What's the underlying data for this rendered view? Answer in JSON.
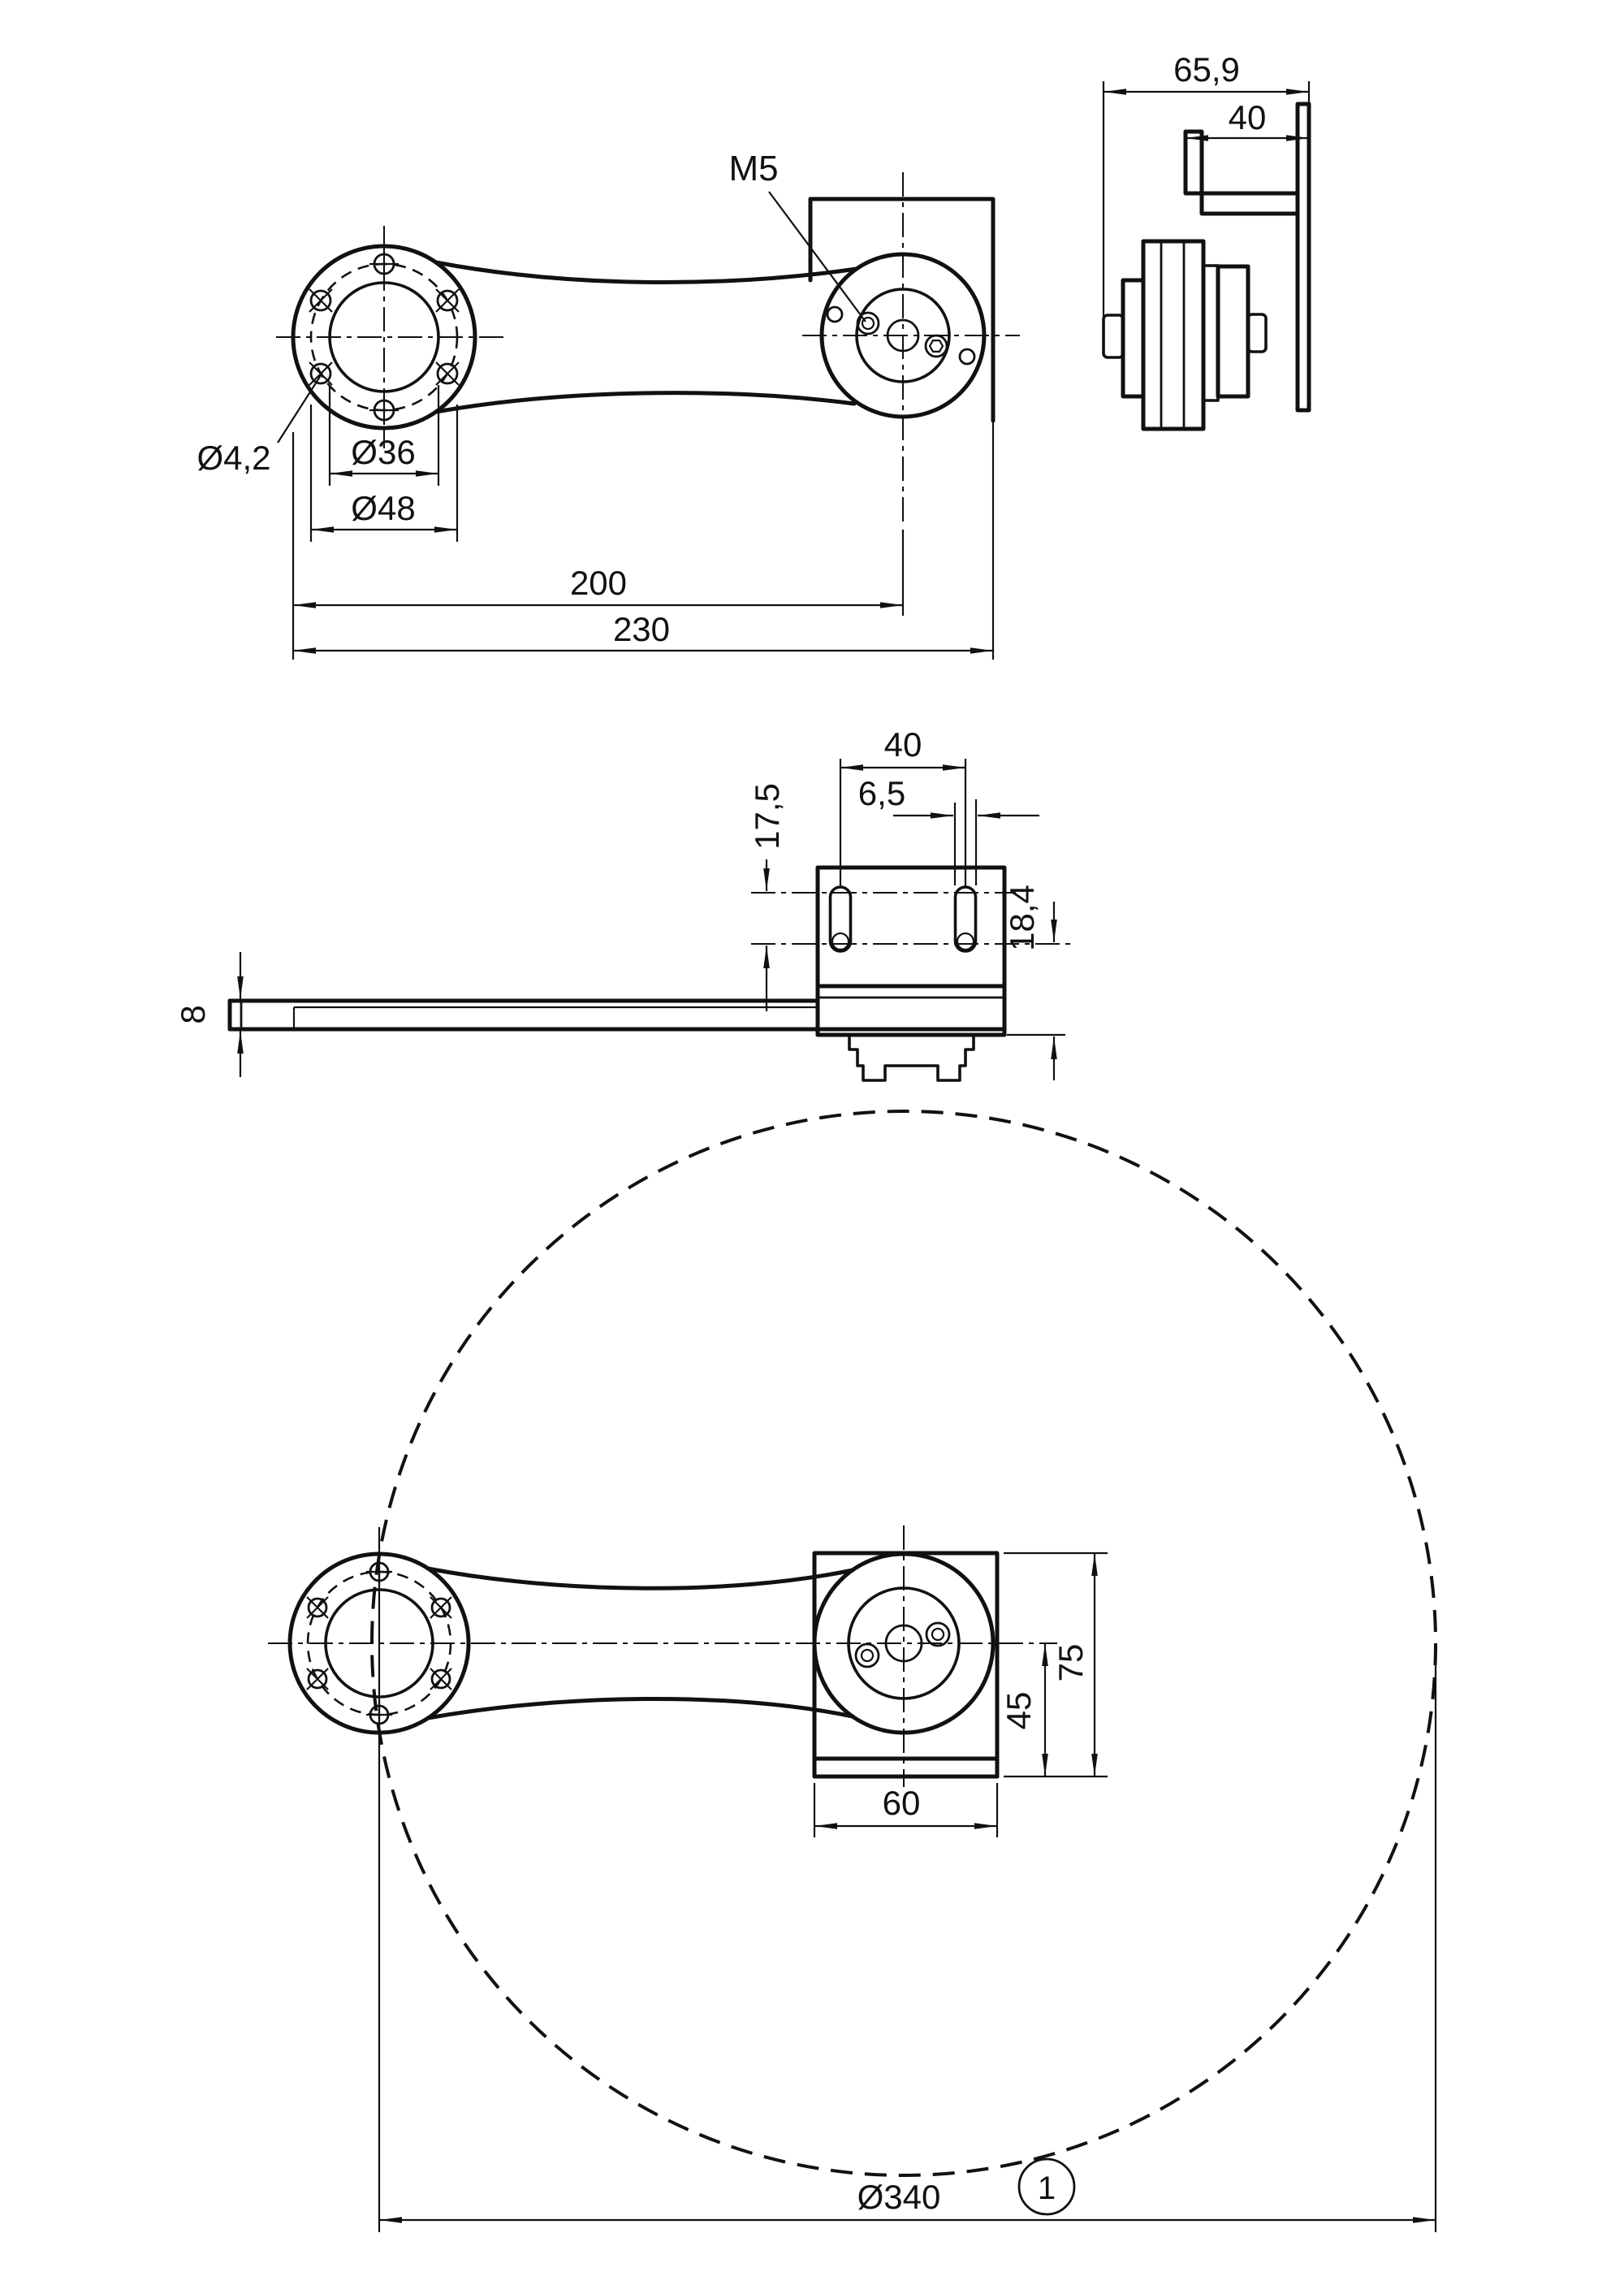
{
  "colors": {
    "line": "#111111",
    "background": "#ffffff"
  },
  "dims": {
    "top": {
      "m5": "M5",
      "dia42": "Ø4,2",
      "dia36": "Ø36",
      "dia48": "Ø48",
      "len200": "200",
      "len230": "230"
    },
    "side": {
      "w659": "65,9",
      "w40": "40"
    },
    "front": {
      "w40": "40",
      "w65": "6,5",
      "h175": "17,5",
      "h184": "18,4",
      "t8": "8"
    },
    "bottom": {
      "h75": "75",
      "h45": "45",
      "w60": "60",
      "dia340": "Ø340",
      "balloon": "1"
    }
  }
}
